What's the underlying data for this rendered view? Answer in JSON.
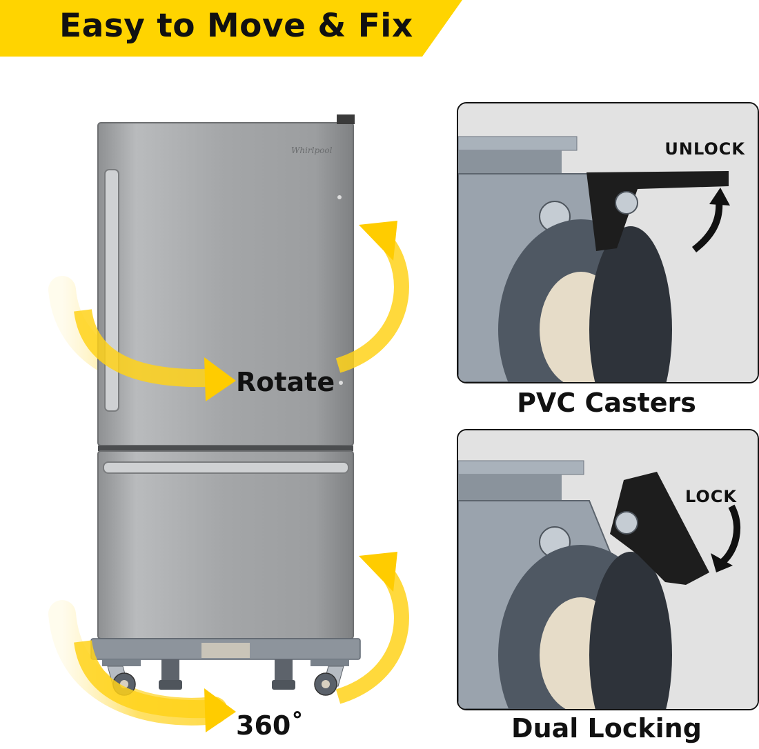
{
  "banner": {
    "title": "Easy to Move & Fix"
  },
  "fridge": {
    "brand": "Whirlpool",
    "rotate_label": "Rotate",
    "degree_label": "360˚"
  },
  "panels": [
    {
      "tag": "UNLOCK",
      "caption": "PVC Casters"
    },
    {
      "tag": "LOCK",
      "caption": "Dual Locking"
    }
  ],
  "colors": {
    "banner_yellow": "#ffd400",
    "arrow_yellow": "#ffd21a",
    "steel": "#a7a9ab",
    "panel_bg": "#e4e4e4",
    "wheel": "#525b66"
  }
}
